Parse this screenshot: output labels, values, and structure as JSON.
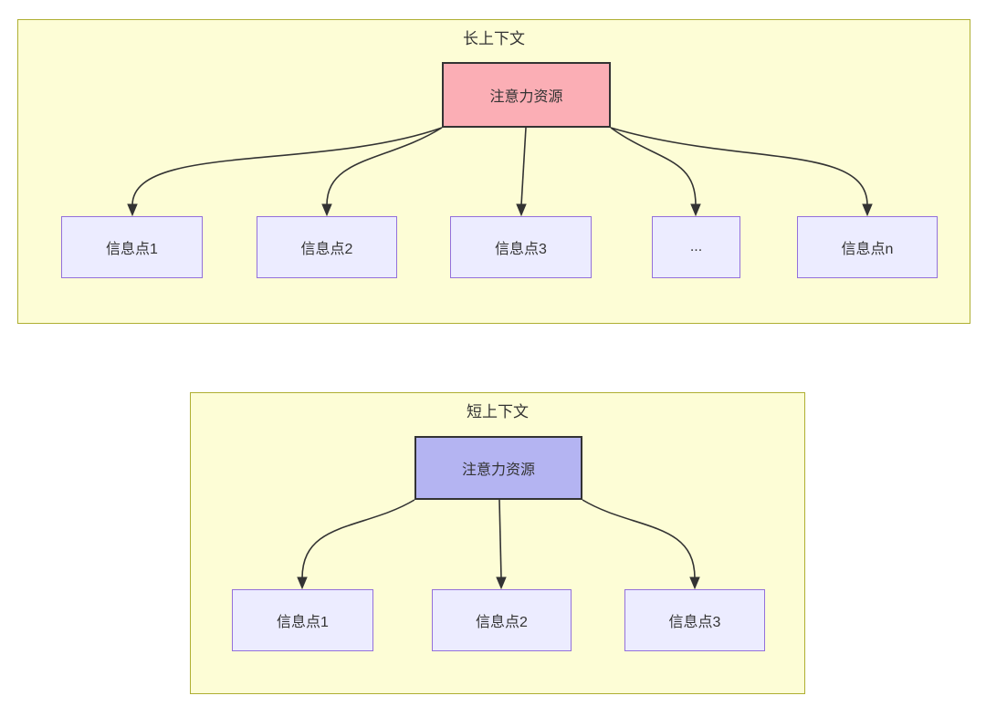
{
  "diagram": {
    "long_context": {
      "title": "长上下文",
      "attention_node": {
        "label": "注意力资源",
        "fill": "#FBAEB5"
      },
      "points": [
        "信息点1",
        "信息点2",
        "信息点3",
        "...",
        "信息点n"
      ]
    },
    "short_context": {
      "title": "短上下文",
      "attention_node": {
        "label": "注意力资源",
        "fill": "#B4B4F2"
      },
      "points": [
        "信息点1",
        "信息点2",
        "信息点3"
      ]
    },
    "colors": {
      "cluster_fill": "#FDFDD6",
      "cluster_border": "#AFAF32",
      "info_node_fill": "#ECECFF",
      "info_node_border": "#9370DB",
      "attention_long_fill": "#FBAEB5",
      "attention_short_fill": "#B4B4F2",
      "node_border_dark": "#333333",
      "edge_stroke": "#333333",
      "text": "#333333",
      "canvas": "#FFFFFF"
    }
  }
}
